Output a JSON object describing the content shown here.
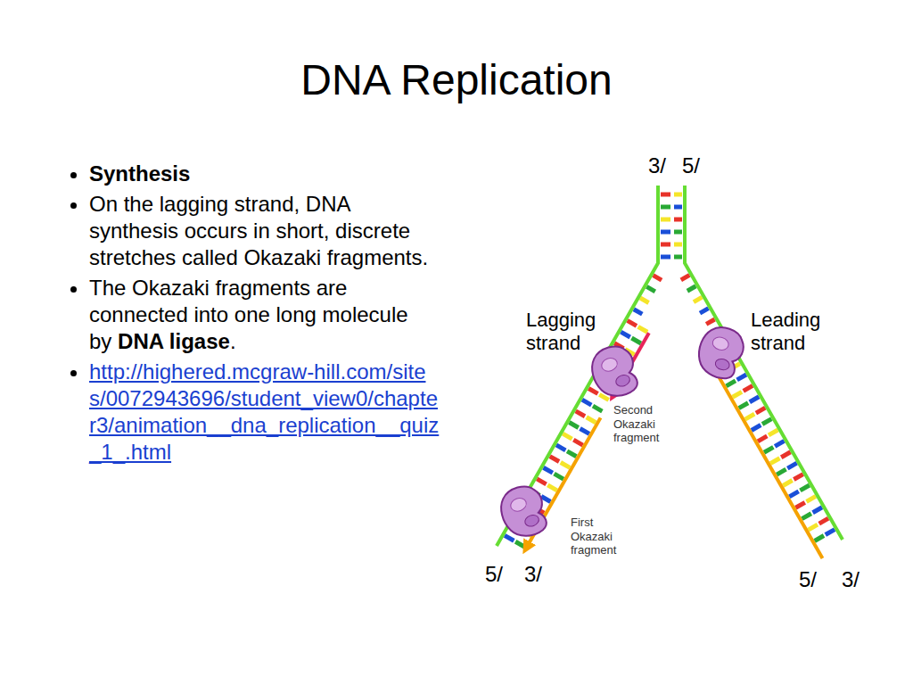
{
  "diagram": {
    "title": "DNA Replication",
    "labels": [
      "Synthesis",
      "On the lagging strand, DNA synthesis occurs in short, discrete stretches called Okazaki fragments.",
      "The Okazaki fragments are connected into one long molecule by",
      "DNA ligase",
      ".",
      "http://highered.mcgraw-hill.com/sites/0072943696/student_view0/chapter3/animation__dna_replication__quiz_1_.html",
      "3/",
      "5/",
      "Lagging strand",
      "Leading strand",
      "Second Okazaki fragment",
      "First Okazaki fragment",
      "5/",
      "3/",
      "5/",
      "3/"
    ]
  }
}
